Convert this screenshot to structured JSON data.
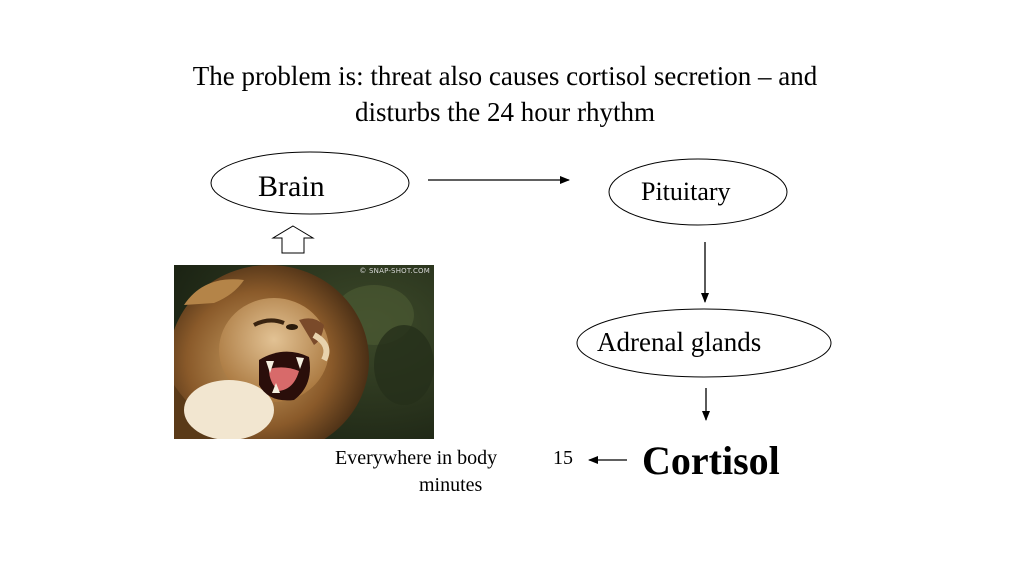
{
  "title": {
    "line1": "The problem is: threat also causes cortisol secretion – and",
    "line2": "disturbs the 24 hour rhythm"
  },
  "nodes": {
    "brain": "Brain",
    "pituitary": "Pituitary",
    "adrenal": "Adrenal glands",
    "cortisol": "Cortisol"
  },
  "effect": {
    "target": "Everywhere in body",
    "time_value": "15",
    "time_unit": "minutes"
  },
  "image": {
    "subject": "roaring lion",
    "watermark": "© SNAP-SHOT.COM"
  }
}
